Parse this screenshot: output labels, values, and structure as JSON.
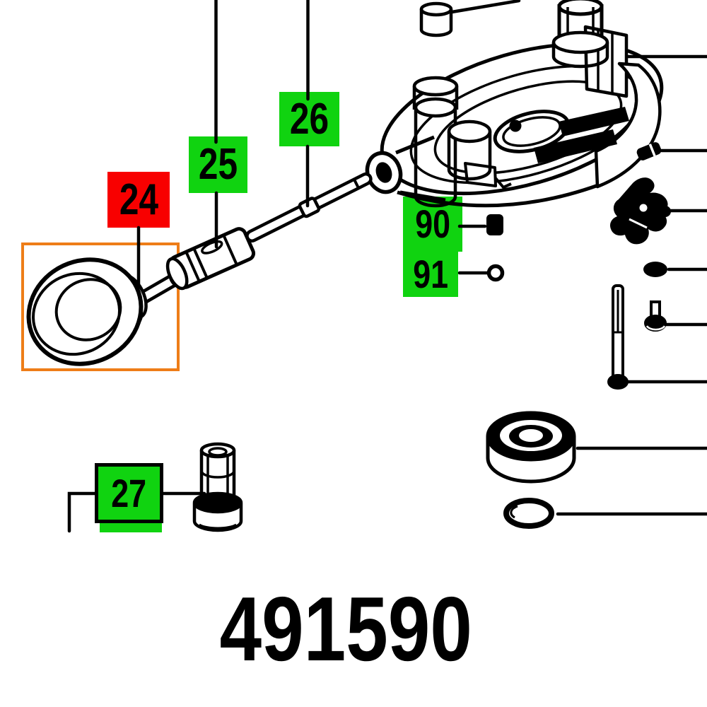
{
  "part_number": "491590",
  "labels": {
    "l24": "24",
    "l25": "25",
    "l26": "26",
    "l27": "27",
    "l90": "90",
    "l91": "91"
  },
  "colors": {
    "highlight_green": "#10d310",
    "highlight_red": "#f80000",
    "selection_orange": "#ee7d18",
    "ink": "#000000"
  },
  "callouts": [
    {
      "ref": "24",
      "style": "red-highlight"
    },
    {
      "ref": "25",
      "style": "green-highlight"
    },
    {
      "ref": "26",
      "style": "green-highlight"
    },
    {
      "ref": "90",
      "style": "green-highlight"
    },
    {
      "ref": "91",
      "style": "green-highlight"
    },
    {
      "ref": "27",
      "style": "green-highlight-bordered"
    }
  ],
  "selection_box": {
    "around_ref": "24",
    "color": "#ee7d18"
  },
  "parts_depicted": [
    "rotary-knob-with-shaft",
    "adapter-sleeve",
    "long-drive-shaft",
    "router-base-casting",
    "small-cylinder",
    "lock-bolt",
    "cylindrical-pin",
    "spring-clip",
    "steel-ball",
    "set-screw",
    "long-pin",
    "grub-pin",
    "ring-pin",
    "ball-bearing",
    "o-ring"
  ]
}
